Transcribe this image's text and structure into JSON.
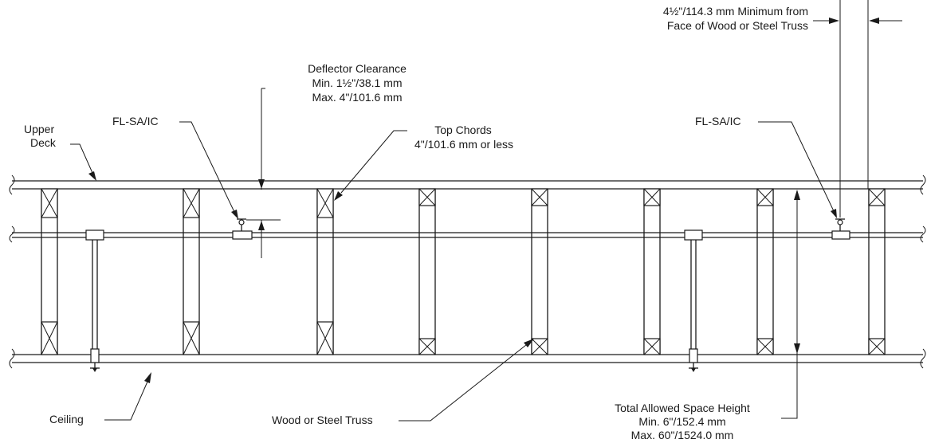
{
  "labels": {
    "clearance_face_line1": "4½\"/114.3 mm Minimum from",
    "clearance_face_line2": "Face of Wood or Steel Truss",
    "deflector_line1": "Deflector Clearance",
    "deflector_line2": "Min. 1½\"/38.1 mm",
    "deflector_line3": "Max. 4\"/101.6 mm",
    "upper_deck_line1": "Upper",
    "upper_deck_line2": "Deck",
    "sprinkler_left": "FL-SA/IC",
    "top_chords_line1": "Top Chords",
    "top_chords_line2": "4\"/101.6 mm or less",
    "sprinkler_right": "FL-SA/IC",
    "ceiling": "Ceiling",
    "truss": "Wood or Steel Truss",
    "space_line1": "Total Allowed Space Height",
    "space_line2": "Min. 6\"/152.4 mm",
    "space_line3": "Max. 60\"/1524.0 mm"
  }
}
